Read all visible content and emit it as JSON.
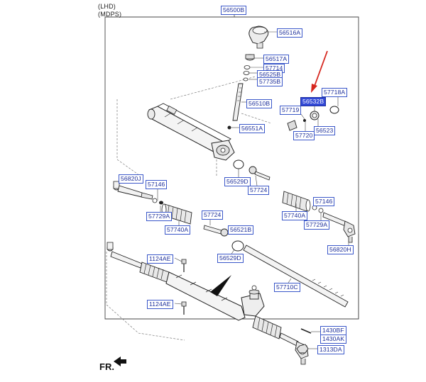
{
  "header": {
    "line1": "(LHD)",
    "line2": "(MDPS)"
  },
  "footer": {
    "direction_label": "FR."
  },
  "colors": {
    "label_border": "#3a57c9",
    "label_text": "#1d2f9a",
    "highlight_fill": "#3148d6",
    "arrow": "#d6261e"
  },
  "labels": {
    "p56500B": "56500B",
    "p56516A": "56516A",
    "p56517A": "56517A",
    "p57714": "57714",
    "p56525B": "56525B",
    "p57735B": "57735B",
    "p57718A": "57718A",
    "p56532B": "56532B",
    "p57719": "57719",
    "p56510B": "56510B",
    "p56523": "56523",
    "p56551A": "56551A",
    "p57720": "57720",
    "p56820J": "56820J",
    "p57146L": "57146",
    "p56529D_top": "56529D",
    "p57724_top": "57724",
    "p57146R": "57146",
    "p57729A_L": "57729A",
    "p57724_mid": "57724",
    "p57740A_R": "57740A",
    "p57729A_R": "57729A",
    "p57740A_L": "57740A",
    "p56521B": "56521B",
    "p56820H": "56820H",
    "p56529D_mid": "56529D",
    "p1124AE_top": "1124AE",
    "p57710C": "57710C",
    "p1124AE_bot": "1124AE",
    "p1430BF": "1430BF",
    "p1430AK": "1430AK",
    "p1313DA": "1313DA"
  }
}
